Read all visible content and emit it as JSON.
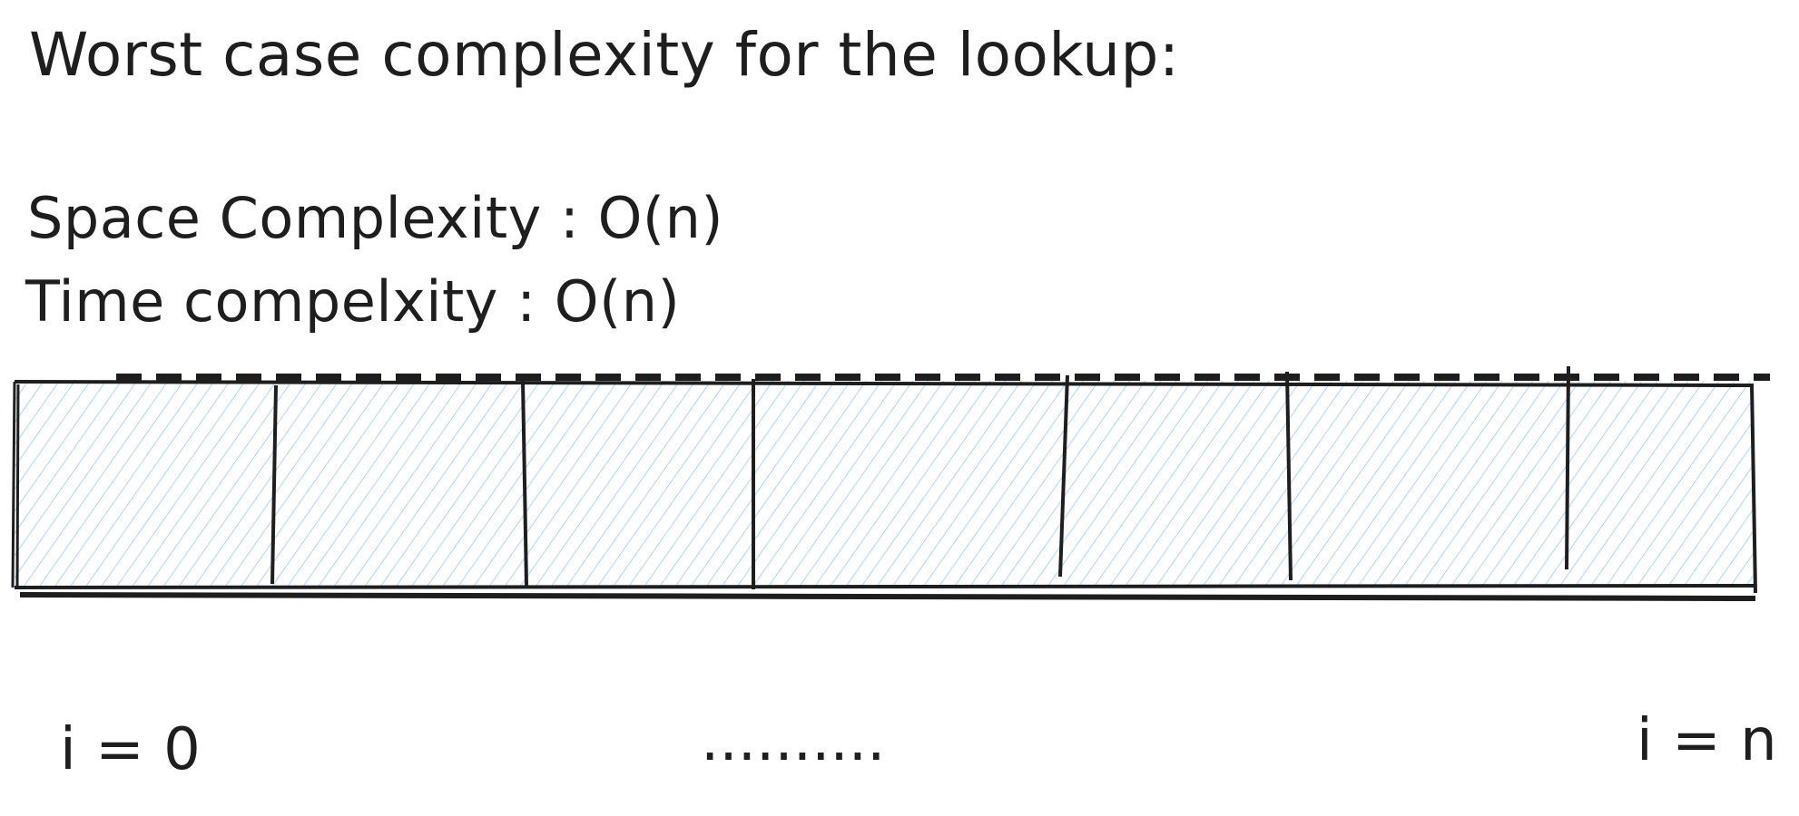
{
  "heading": "Worst case complexity for the lookup:",
  "complexities": {
    "space": "Space Complexity : O(n)",
    "time": "Time compelxity : O(n)"
  },
  "array": {
    "cells": 7,
    "fill_color": "#a5d8ff",
    "stroke_color": "#1e1e1e",
    "labels": {
      "start": "i = 0",
      "middle": "..........",
      "end": "i = n"
    }
  }
}
